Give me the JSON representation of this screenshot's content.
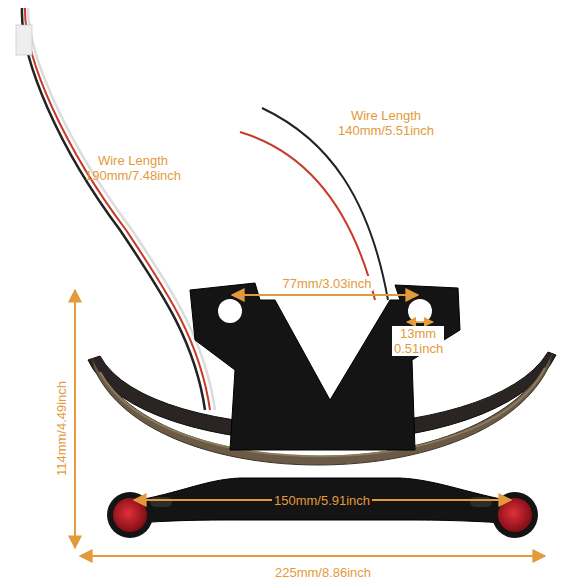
{
  "diagram": {
    "labels": [
      "Wire Length 190mm/7.48inch",
      "Wire Length 140mm/5.51inch",
      "77mm/3.03inch",
      "13mm 0.51inch",
      "114mm/4.49inch",
      "150mm/5.91inch",
      "225mm/8.86inch"
    ]
  }
}
